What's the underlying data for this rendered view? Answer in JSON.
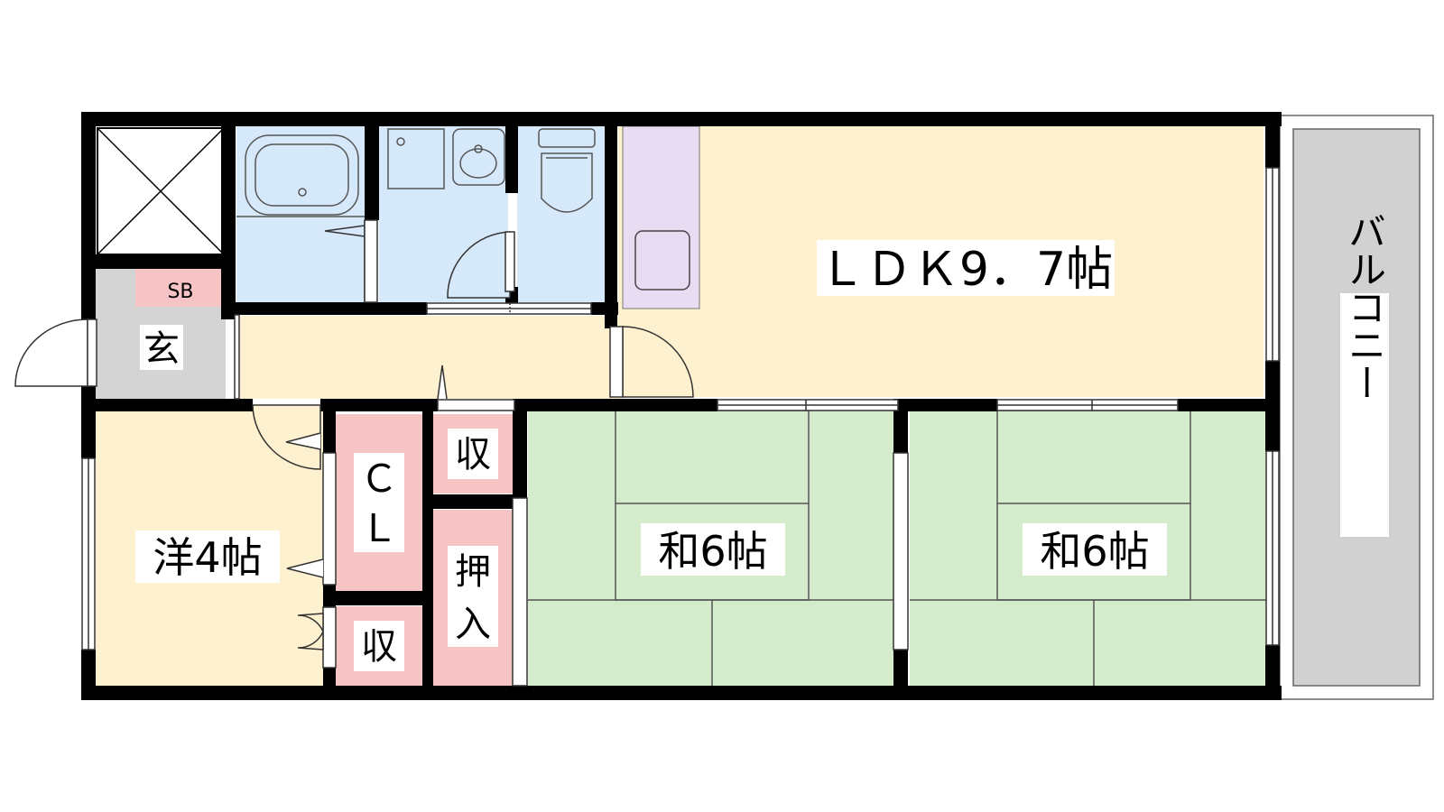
{
  "floor_plan": {
    "rooms": {
      "ldk": "ＬＤＫ9．7帖",
      "entrance": "玄",
      "shoe_box": "SB",
      "western_room": "洋4帖",
      "closet_cl_line1": "Ｃ",
      "closet_cl_line2": "Ｌ",
      "storage_small_top": "収",
      "storage_small_bottom": "収",
      "oshiire_line1": "押",
      "oshiire_line2": "入",
      "japanese_room_1": "和6帖",
      "japanese_room_2": "和6帖",
      "balcony": "バルコニー"
    },
    "colors": {
      "wall": "#000000",
      "ldk_floor": "#fdf1cf",
      "western_floor": "#fdf1cf",
      "tatami": "#d4ebcc",
      "wet_area": "#d6e9fb",
      "storage": "#f7c4c6",
      "kitchen_counter": "#e8dcf3",
      "entrance_floor": "#d4d4d4",
      "balcony_floor": "#d1d1d1"
    }
  }
}
